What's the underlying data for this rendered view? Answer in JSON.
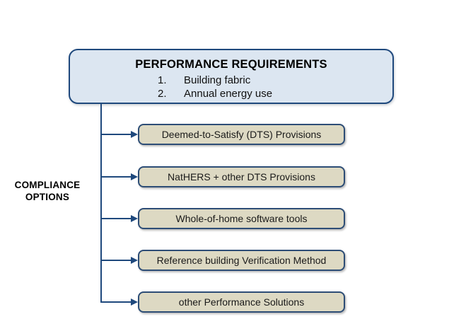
{
  "diagram": {
    "top_box": {
      "title": "PERFORMANCE REQUIREMENTS",
      "items": [
        {
          "number": "1.",
          "text": "Building fabric"
        },
        {
          "number": "2.",
          "text": "Annual energy use"
        }
      ]
    },
    "side_label": {
      "line1": "COMPLIANCE",
      "line2": "OPTIONS"
    },
    "options": [
      "Deemed-to-Satisfy (DTS) Provisions",
      "NatHERS + other DTS Provisions",
      "Whole-of-home software tools",
      "Reference building Verification Method",
      "other Performance Solutions"
    ],
    "colors": {
      "top_box_fill": "#dce6f1",
      "top_box_border": "#1f497d",
      "option_box_fill": "#ddd9c3",
      "option_box_border": "#2d4d76",
      "connector": "#1f497d",
      "text": "#000000",
      "background": "#ffffff"
    }
  }
}
